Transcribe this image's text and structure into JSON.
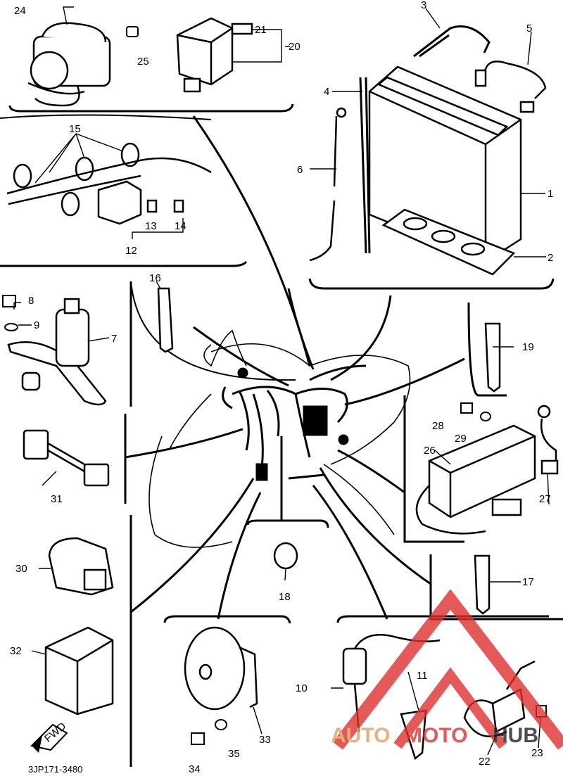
{
  "diagram": {
    "part_numbers": {
      "p1": "1",
      "p2": "2",
      "p3": "3",
      "p4": "4",
      "p5": "5",
      "p6": "6",
      "p7": "7",
      "p8": "8",
      "p9": "9",
      "p10": "10",
      "p11": "11",
      "p12": "12",
      "p13": "13",
      "p14": "14",
      "p15": "15",
      "p16": "16",
      "p17": "17",
      "p18": "18",
      "p19": "19",
      "p20": "20",
      "p21": "21",
      "p22": "22",
      "p23": "23",
      "p24": "24",
      "p25": "25",
      "p26": "26",
      "p27": "27",
      "p28": "28",
      "p29": "29",
      "p30": "30",
      "p31": "31",
      "p32": "32",
      "p33": "33",
      "p34": "34",
      "p35": "35"
    },
    "drawing_code": "3JP171-3480",
    "fwd_label": "FWD",
    "watermark": {
      "part1": "AUTO",
      "part2": "MOTO",
      "part3": "HUB",
      "color": "#e03030",
      "dark": "#222222"
    }
  }
}
